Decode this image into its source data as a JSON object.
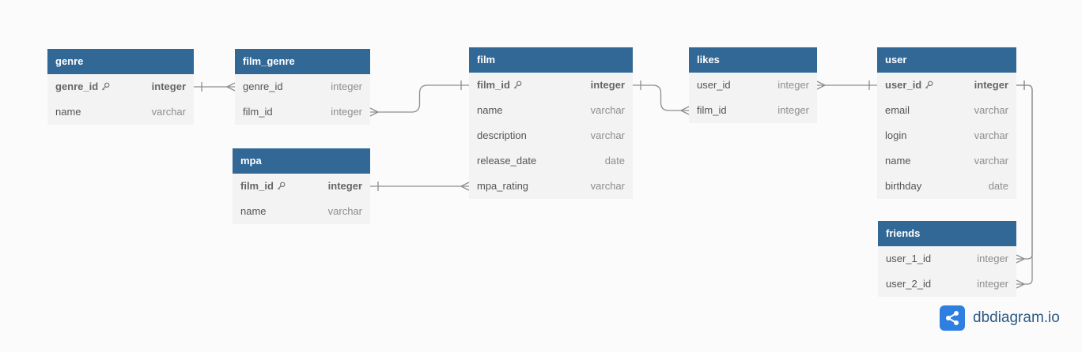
{
  "brand": {
    "name": "dbdiagram.io"
  },
  "colors": {
    "header": "#316896",
    "row_bg": "#f3f3f4",
    "line": "#8e8e8e",
    "logo": "#2f7fe0"
  },
  "tables": [
    {
      "id": "genre",
      "name": "genre",
      "columns": [
        {
          "name": "genre_id",
          "type": "integer",
          "pk": true
        },
        {
          "name": "name",
          "type": "varchar"
        }
      ]
    },
    {
      "id": "film_genre",
      "name": "film_genre",
      "columns": [
        {
          "name": "genre_id",
          "type": "integer"
        },
        {
          "name": "film_id",
          "type": "integer"
        }
      ]
    },
    {
      "id": "mpa",
      "name": "mpa",
      "columns": [
        {
          "name": "film_id",
          "type": "integer",
          "pk": true
        },
        {
          "name": "name",
          "type": "varchar"
        }
      ]
    },
    {
      "id": "film",
      "name": "film",
      "columns": [
        {
          "name": "film_id",
          "type": "integer",
          "pk": true
        },
        {
          "name": "name",
          "type": "varchar"
        },
        {
          "name": "description",
          "type": "varchar"
        },
        {
          "name": "release_date",
          "type": "date"
        },
        {
          "name": "mpa_rating",
          "type": "varchar"
        }
      ]
    },
    {
      "id": "likes",
      "name": "likes",
      "columns": [
        {
          "name": "user_id",
          "type": "integer"
        },
        {
          "name": "film_id",
          "type": "integer"
        }
      ]
    },
    {
      "id": "user",
      "name": "user",
      "columns": [
        {
          "name": "user_id",
          "type": "integer",
          "pk": true
        },
        {
          "name": "email",
          "type": "varchar"
        },
        {
          "name": "login",
          "type": "varchar"
        },
        {
          "name": "name",
          "type": "varchar"
        },
        {
          "name": "birthday",
          "type": "date"
        }
      ]
    },
    {
      "id": "friends",
      "name": "friends",
      "columns": [
        {
          "name": "user_1_id",
          "type": "integer"
        },
        {
          "name": "user_2_id",
          "type": "integer"
        }
      ]
    }
  ],
  "relationships": [
    {
      "from": "genre.genre_id",
      "from_card": "one",
      "to": "film_genre.genre_id",
      "to_card": "many"
    },
    {
      "from": "film_genre.film_id",
      "from_card": "many",
      "to": "film.film_id",
      "to_card": "one"
    },
    {
      "from": "mpa.film_id",
      "from_card": "one",
      "to": "film.mpa_rating",
      "to_card": "many"
    },
    {
      "from": "film.film_id",
      "from_card": "one",
      "to": "likes.film_id",
      "to_card": "many"
    },
    {
      "from": "likes.user_id",
      "from_card": "many",
      "to": "user.user_id",
      "to_card": "one"
    },
    {
      "from": "user.user_id",
      "from_card": "one",
      "to": "friends.user_1_id",
      "to_card": "many"
    },
    {
      "from": "user.user_id",
      "from_card": "one",
      "to": "friends.user_2_id",
      "to_card": "many"
    }
  ]
}
